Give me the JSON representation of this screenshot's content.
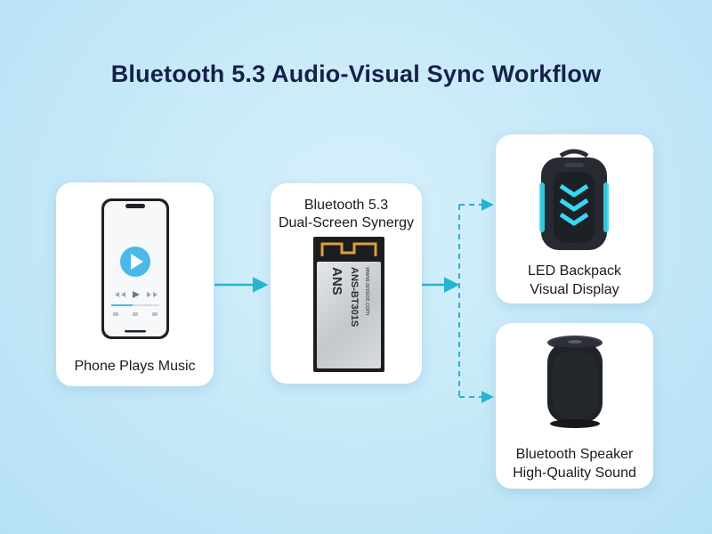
{
  "title": "Bluetooth 5.3 Audio-Visual Sync Workflow",
  "nodes": {
    "phone": {
      "label": "Phone Plays Music"
    },
    "module": {
      "label_line1": "Bluetooth 5.3",
      "label_line2": "Dual-Screen Synergy",
      "chip_model": "ANS-BT301S",
      "chip_site": "www.ansiot.com",
      "chip_logo": "ANS"
    },
    "backpack": {
      "label_line1": "LED Backpack",
      "label_line2": "Visual Display"
    },
    "speaker": {
      "label_line1": "Bluetooth Speaker",
      "label_line2": "High-Quality Sound"
    }
  },
  "colors": {
    "arrow": "#25b6cf",
    "title": "#16214a",
    "play_button": "#4ab8e8",
    "led": "#37d7f0"
  },
  "icons": [
    "smartphone-icon",
    "bluetooth-module-icon",
    "led-backpack-icon",
    "smart-speaker-icon"
  ]
}
